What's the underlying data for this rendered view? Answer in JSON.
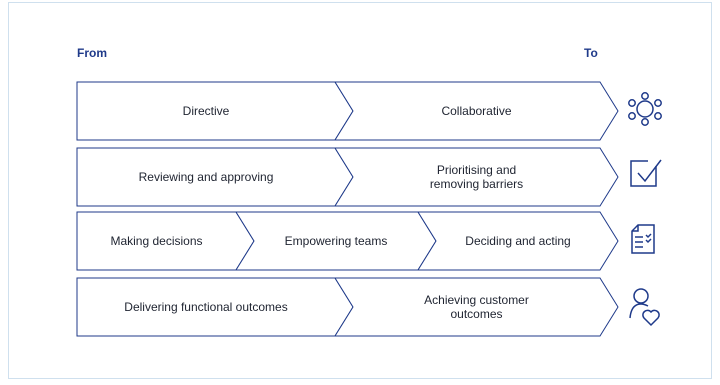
{
  "header": {
    "from_label": "From",
    "to_label": "To"
  },
  "colors": {
    "stroke": "#1f3a8a",
    "text": "#1e2330",
    "frame": "#cfe0ee"
  },
  "rows": [
    {
      "icon": "network-icon",
      "segments": [
        {
          "lines": [
            "Directive"
          ]
        },
        {
          "lines": [
            "Collaborative"
          ]
        }
      ]
    },
    {
      "icon": "checkbox-icon",
      "segments": [
        {
          "lines": [
            "Reviewing and approving"
          ]
        },
        {
          "lines": [
            "Prioritising and",
            "removing barriers"
          ]
        }
      ]
    },
    {
      "icon": "checklist-document-icon",
      "segments": [
        {
          "lines": [
            "Making decisions"
          ]
        },
        {
          "lines": [
            "Empowering teams"
          ]
        },
        {
          "lines": [
            "Deciding and acting"
          ]
        }
      ]
    },
    {
      "icon": "customer-heart-icon",
      "segments": [
        {
          "lines": [
            "Delivering functional outcomes"
          ]
        },
        {
          "lines": [
            "Achieving customer",
            "outcomes"
          ]
        }
      ]
    }
  ]
}
